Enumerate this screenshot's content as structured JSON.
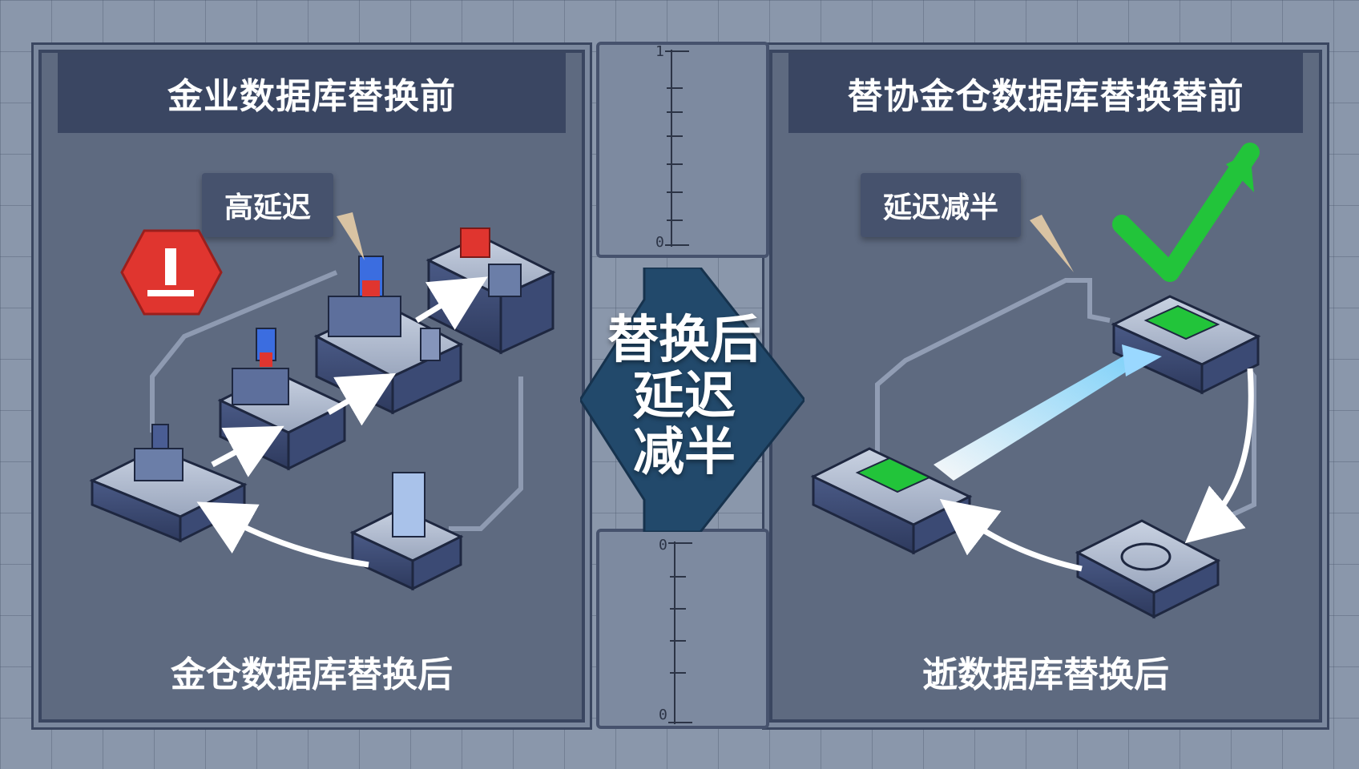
{
  "left_panel": {
    "title": "金业数据库替换前",
    "callout": "高延迟",
    "footer": "金仓数据库替换后"
  },
  "right_panel": {
    "title": "替协金仓数据库替换替前",
    "callout": "延迟减半",
    "footer": "逝数据库替换后"
  },
  "center": {
    "line1": "替换后",
    "line2": "延迟",
    "line3": "减半"
  },
  "scale_top": {
    "max_label": "1",
    "min_label": "0"
  },
  "scale_bottom": {
    "max_label": "0",
    "min_label": "0"
  },
  "icons": {
    "warning": "warning-icon",
    "check": "checkmark-icon"
  },
  "colors": {
    "panel": "#5e6a80",
    "header": "#3a4662",
    "warning": "#e0352f",
    "check": "#22c43a",
    "accent_arrow": "#1f4a6e"
  }
}
